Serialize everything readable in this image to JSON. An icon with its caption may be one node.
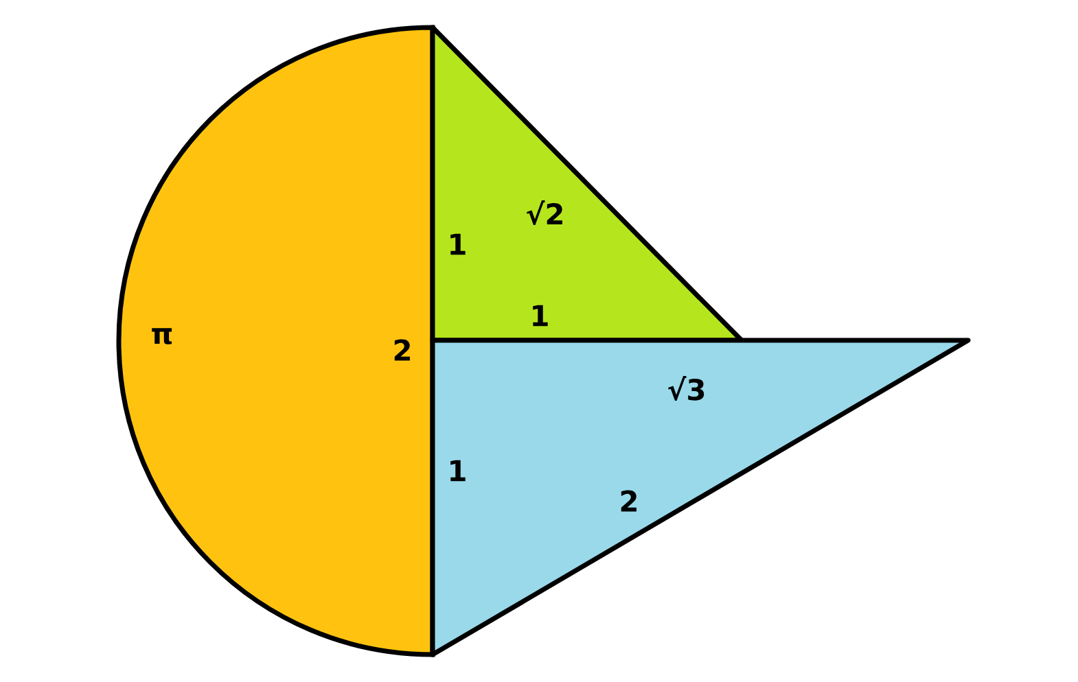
{
  "diagram": {
    "labels": [
      "π",
      "2",
      "1",
      "√2",
      "1",
      "1",
      "√3",
      "2"
    ]
  }
}
